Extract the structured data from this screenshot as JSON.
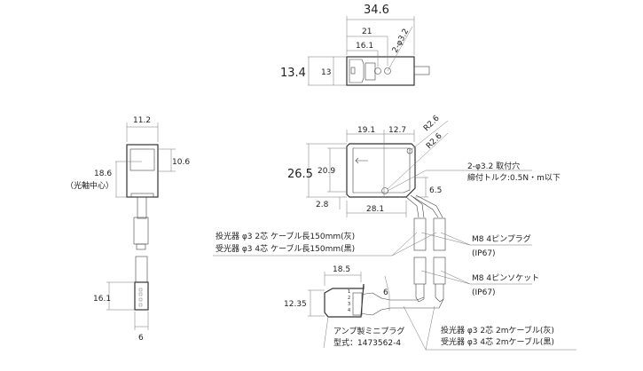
{
  "top_view": {
    "overall_width": "34.6",
    "hole2_offset": "21",
    "hole1_offset": "16.1",
    "overall_height": "13.4",
    "body_height": "13",
    "holes": "2-φ3.2"
  },
  "side_view": {
    "width": "11.2",
    "window_height": "10.6",
    "axis_height": "18.6",
    "axis_note": "（光軸中心）",
    "plug_height": "16.1",
    "plug_width": "6"
  },
  "front_view": {
    "height": "26.5",
    "inner_height": "20.9",
    "left_width": "19.1",
    "right_width": "12.7",
    "radius_top": "R2.6",
    "radius_bottom": "R2.6",
    "mount_holes": "2-φ3.2 取付穴",
    "torque": "締付トルク:0.5N・m以下",
    "hole_offset": "6.5",
    "bottom_offset": "2.8",
    "bottom_width": "28.1"
  },
  "cables_short": {
    "line1": "投光器 φ3 2芯 ケーブル長150mm(灰)",
    "line2": "受光器 φ3 4芯 ケーブル長150mm(黒)"
  },
  "plug": {
    "label": "M8 4ピンプラグ",
    "rating": "(IP67)"
  },
  "socket": {
    "label": "M8 4ピンソケット",
    "rating": "(IP67)"
  },
  "mini_plug": {
    "width": "18.5",
    "height": "12.35",
    "cable_dia": "6",
    "name": "アンプ製ミニプラグ",
    "model": "型式：1473562-4",
    "pins": [
      "1",
      "2",
      "3",
      "4"
    ]
  },
  "cables_long": {
    "line1": "投光器 φ3 2芯 2mケーブル(灰)",
    "line2": "受光器 φ3 4芯 2mケーブル(黒)"
  }
}
